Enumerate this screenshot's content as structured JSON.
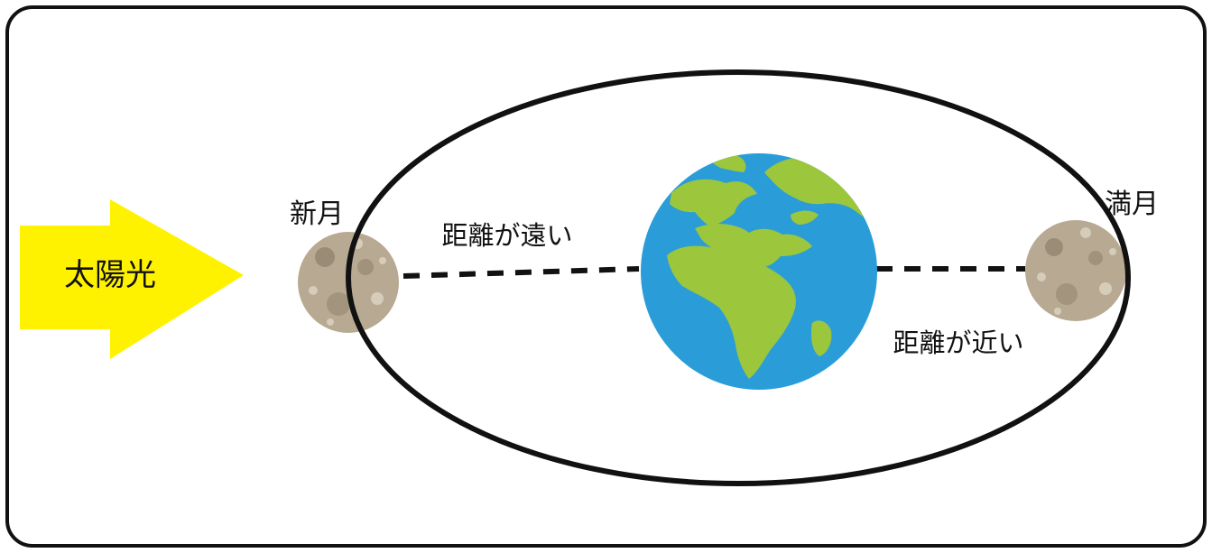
{
  "labels": {
    "sunlight": "太陽光",
    "new_moon": "新月",
    "full_moon": "満月",
    "far_distance": "距離が遠い",
    "near_distance": "距離が近い"
  },
  "colors": {
    "sunlight_arrow": "#FFF200",
    "earth_ocean": "#2A9DD8",
    "earth_land": "#9CC63B",
    "moon": "#B8AA92",
    "moon_crater": "#8F826C",
    "orbit_line": "#111111",
    "frame_border": "#111111"
  },
  "icons": {
    "sun": "sunlight-arrow",
    "earth": "earth-globe",
    "moon": "moon-sphere"
  }
}
